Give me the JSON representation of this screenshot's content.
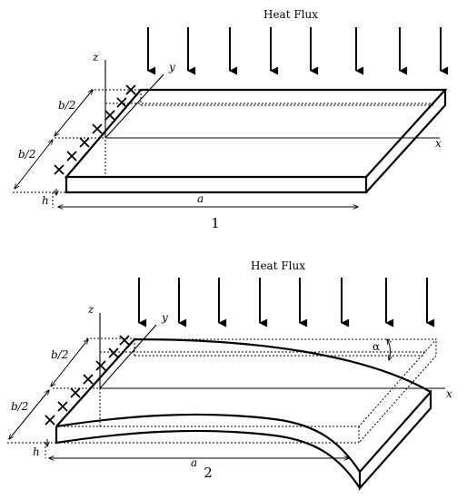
{
  "panel1": {
    "heat_flux_label": "Heat Flux",
    "axis_z": "z",
    "axis_y": "y",
    "axis_x": "x",
    "dim_b_half_top": "b/2",
    "dim_b_half_bottom": "b/2",
    "dim_h": "h",
    "dim_a": "a",
    "figure_number": "1"
  },
  "panel2": {
    "heat_flux_label": "Heat Flux",
    "axis_z": "z",
    "axis_y": "y",
    "axis_x": "x",
    "dim_b_half_top": "b/2",
    "dim_b_half_bottom": "b/2",
    "dim_h": "h",
    "dim_a": "a",
    "angle": "α",
    "figure_number": "2"
  },
  "colors": {
    "line": "#000000",
    "background": "#ffffff"
  }
}
